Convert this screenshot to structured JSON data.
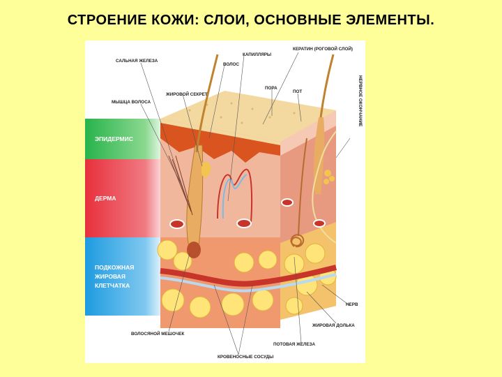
{
  "title": "СТРОЕНИЕ КОЖИ: СЛОИ, ОСНОВНЫЕ ЭЛЕМЕНТЫ.",
  "layers": {
    "epidermis": "ЭПИДЕРМИС",
    "dermis": "ДЕРМА",
    "hypodermis": "ПОДКОЖНАЯ ЖИРОВАЯ КЛЕТЧАТКА"
  },
  "labels": {
    "sebaceous_gland": "САЛЬНАЯ ЖЕЛЕЗА",
    "hair_muscle": "МЫШЦА ВОЛОСА",
    "sebum": "ЖИРОВОЙ СЕКРЕТ",
    "capillaries": "КАПИЛЛЯРЫ",
    "hair": "ВОЛОС",
    "keratin": "КЕРАТИН (РОГОВОЙ СЛОЙ)",
    "pore": "ПОРА",
    "sweat": "ПОТ",
    "nerve_ending": "НЕРВНОЕ ОКОНЧАНИЕ",
    "nerve": "НЕРВ",
    "fat_lobule": "ЖИРОВАЯ ДОЛЬКА",
    "hair_follicle": "ВОЛОСЯНОЙ МЕШОЧЕК",
    "sweat_gland": "ПОТОВАЯ ЖЕЛЕЗА",
    "blood_vessels": "КРОВЕНОСНЫЕ СОСУДЫ"
  },
  "colors": {
    "slide_bg": "#ffff99",
    "epidermis_band": "#27b34b",
    "dermis_band": "#e8303c",
    "hypodermis_band": "#1e9be0",
    "skin_surface": "#f3d9a0",
    "dermis_tissue": "#f1b79c",
    "fat": "#ffe47a"
  }
}
